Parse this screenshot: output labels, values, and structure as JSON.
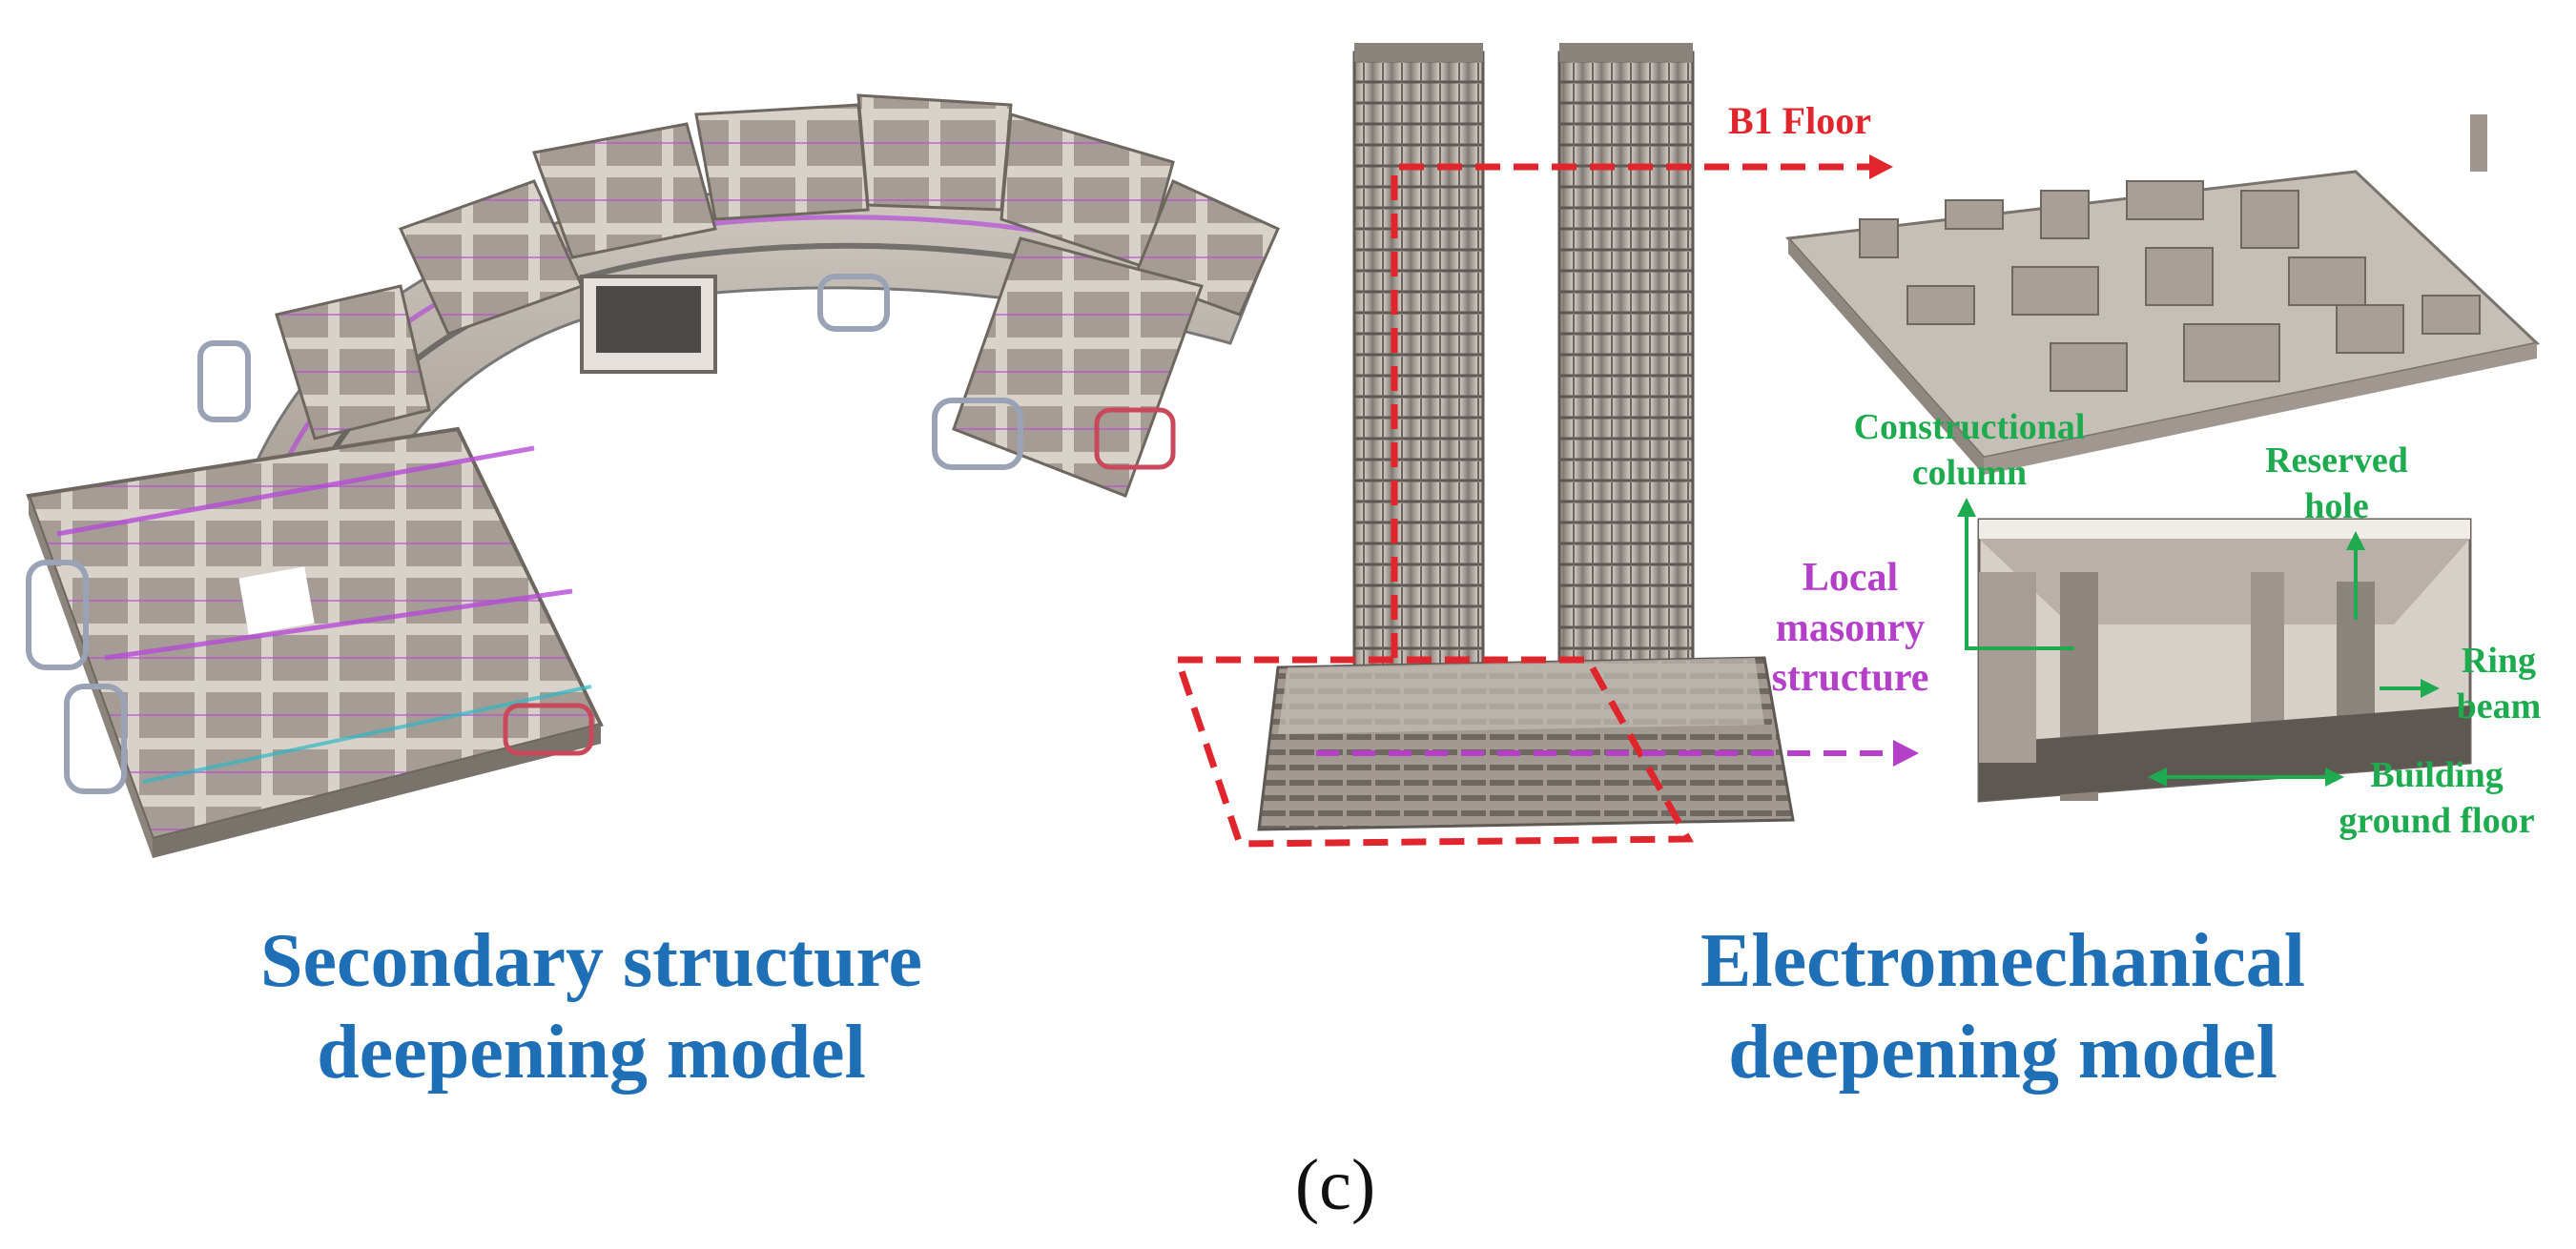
{
  "labels": {
    "b1_floor": "B1 Floor",
    "constructional_column_line1": "Constructional",
    "constructional_column_line2": "column",
    "reserved_hole_line1": "Reserved",
    "reserved_hole_line2": "hole",
    "local_masonry_line1": "Local",
    "local_masonry_line2": "masonry",
    "local_masonry_line3": "structure",
    "ring_beam_line1": "Ring",
    "ring_beam_line2": "beam",
    "building_ground_floor_line1": "Building",
    "building_ground_floor_line2": "ground floor"
  },
  "titles": {
    "secondary_line1": "Secondary structure",
    "secondary_line2": "deepening model",
    "electromechanical_line1": "Electromechanical",
    "electromechanical_line2": "deepening model"
  },
  "caption": "(c)",
  "colors": {
    "title_blue": "#1f6fb6",
    "annotation_green": "#1eaa4e",
    "dashed_red": "#e0262c",
    "dashed_purple": "#b43fc9",
    "model_gray": "#b7aea5"
  }
}
